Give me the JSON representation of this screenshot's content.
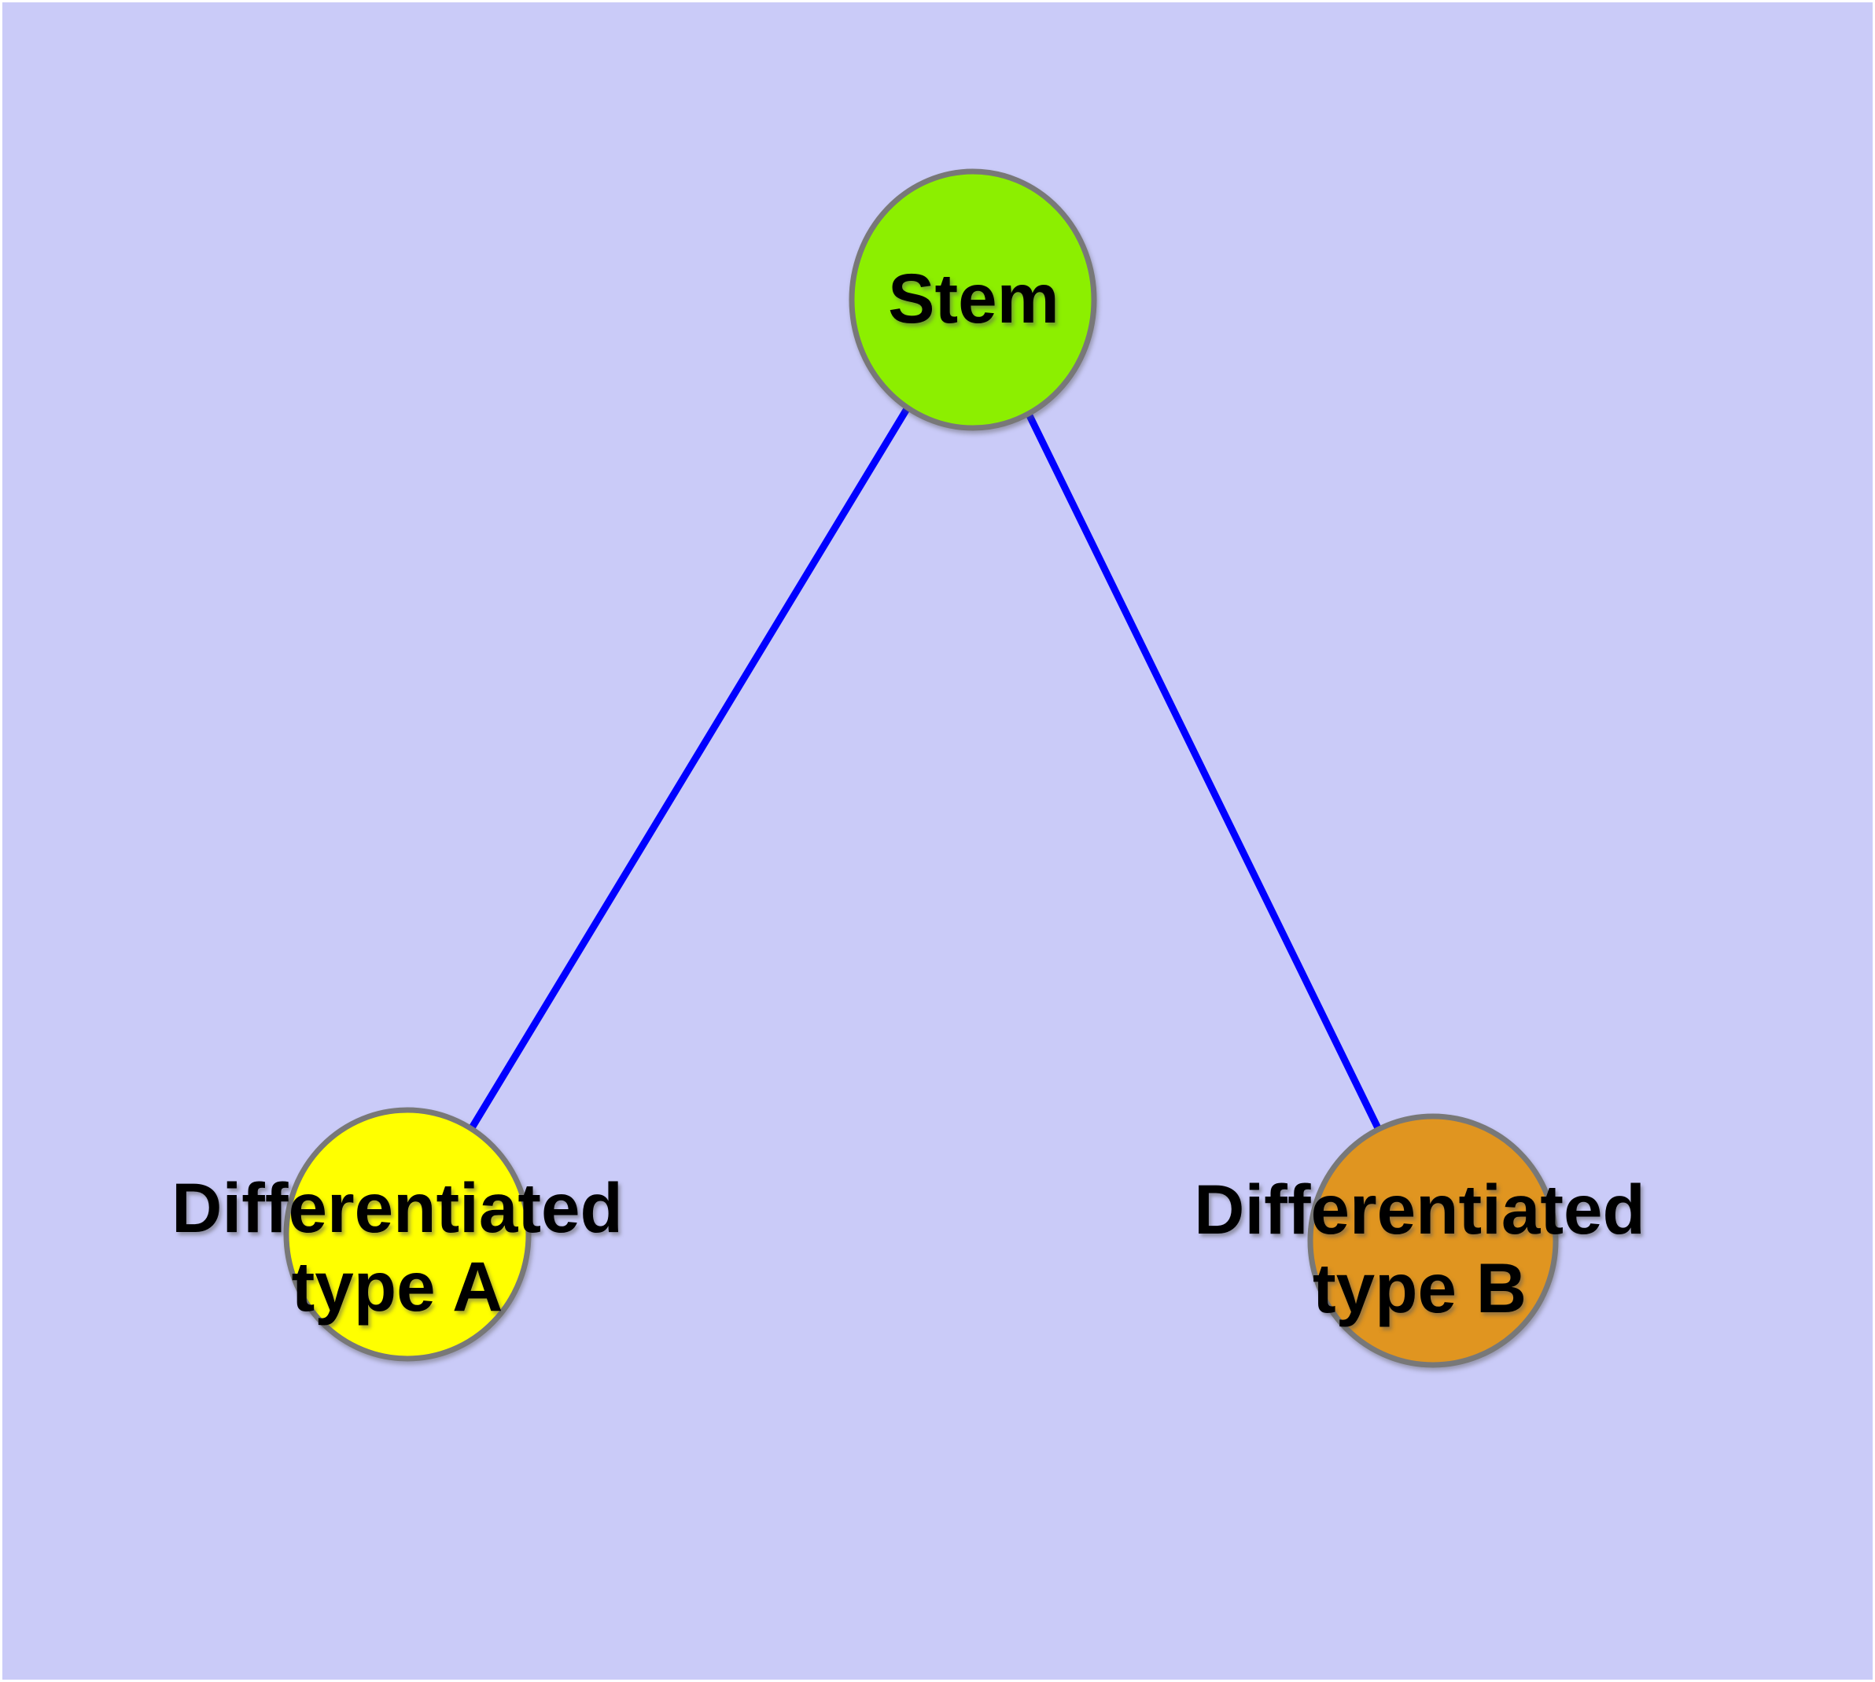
{
  "canvas": {
    "background_color": "#cacbf8",
    "edge_border_color": "#ffffff"
  },
  "diagram": {
    "type": "graph",
    "edge_color": "#0000ff",
    "node_border_color": "#787878",
    "text_color": "#000000",
    "nodes": [
      {
        "id": "stem",
        "label": "Stem",
        "fill": "#8cef00"
      },
      {
        "id": "differentiated-type-a",
        "label_line1": "Differentiated",
        "label_line2": "type A",
        "fill": "#ffff00"
      },
      {
        "id": "differentiated-type-b",
        "label_line1": "Differentiated",
        "label_line2": "type B",
        "fill": "#e09520"
      }
    ],
    "edges": [
      {
        "from": "stem",
        "to": "differentiated-type-a"
      },
      {
        "from": "stem",
        "to": "differentiated-type-b"
      }
    ]
  }
}
